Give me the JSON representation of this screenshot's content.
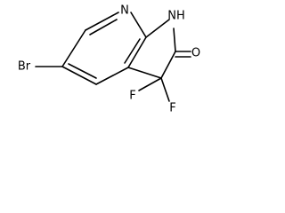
{
  "molecule": {
    "atoms": {
      "N_pyridine": "N",
      "NH": "NH",
      "O": "O",
      "Br": "Br",
      "F1": "F",
      "F2": "F"
    }
  },
  "colors": {
    "bond": "#000000",
    "label": "#000000",
    "background": "#ffffff"
  }
}
